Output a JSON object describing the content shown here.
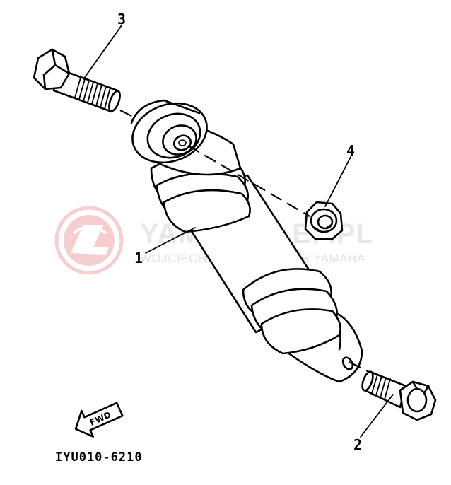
{
  "diagram": {
    "part_code": "IYU010-6210",
    "direction_label": "FWD",
    "callouts": [
      {
        "number": "1",
        "part": "shock-absorber"
      },
      {
        "number": "2",
        "part": "lower-bolt"
      },
      {
        "number": "3",
        "part": "upper-bolt"
      },
      {
        "number": "4",
        "part": "nut"
      }
    ]
  },
  "watermark": {
    "title": "YAMA-SKLEP.PL",
    "subtitle": "WOJCIECHOWICZ | DEALER YAMAHA",
    "color": "#d9252a"
  }
}
